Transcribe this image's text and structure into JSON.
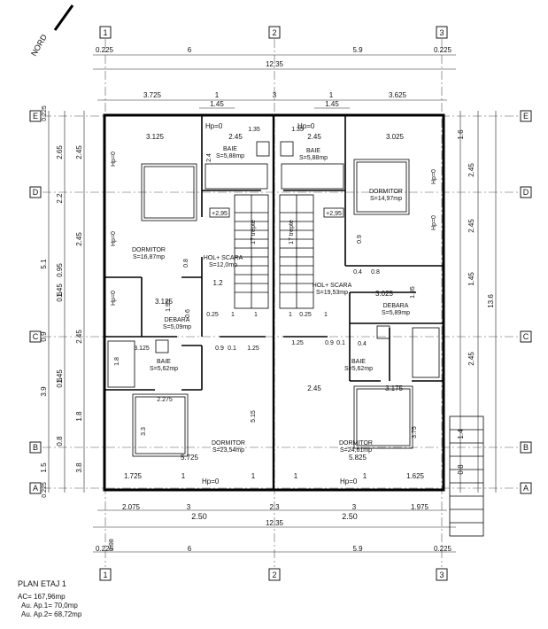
{
  "north_label": "NORD",
  "axes": {
    "columns": [
      "1",
      "2",
      "3"
    ],
    "rows": [
      "E",
      "D",
      "C",
      "B",
      "A"
    ]
  },
  "dimensions": {
    "top_row1": [
      "0.225",
      "6",
      "5.9",
      "0.225"
    ],
    "top_total": "12.35",
    "top_row2": [
      "3.725",
      "1",
      "3",
      "1",
      "3.625"
    ],
    "top_win": [
      "1.45",
      "1.45"
    ],
    "bottom_row1": [
      "2.075",
      "3",
      "2.3",
      "3",
      "1.975"
    ],
    "bottom_row1b": [
      "2.50",
      "2.50"
    ],
    "bottom_total": "12.35",
    "bottom_row2": [
      "0.225",
      "6",
      "5.9",
      "0.225"
    ],
    "bottom_small": "3.98",
    "left_outer": [
      "0.225",
      "5.1",
      "0.9",
      "3.9",
      "1.5",
      "0.225"
    ],
    "left_inner": [
      "2.65",
      "2.45",
      "2.2",
      "2.45",
      "0.95",
      "1.45",
      "0.6",
      "2.45",
      "1.45",
      "0.6",
      "1.8",
      "0.8",
      "3.8"
    ],
    "right_outer": [
      "1.6",
      "2.45",
      "2.45",
      "1.45",
      "13.6",
      "2.45",
      "1.4",
      "0.8"
    ],
    "interior": [
      "3.125",
      "2.45",
      "1.35",
      "1.35",
      "2.45",
      "3.025",
      "2.4",
      "1.2",
      "3.125",
      "1.95",
      "0.25",
      "1",
      "1",
      "0.25",
      "1",
      "1",
      "1.25",
      "1.25",
      "0.9",
      "0.1",
      "0.9",
      "0.1",
      "2.45",
      "3.175",
      "3.025",
      "1.95",
      "0.4",
      "0.8",
      "0.4",
      "0.9",
      "5.725",
      "5.825",
      "1.725",
      "1",
      "1",
      "1",
      "1",
      "1.625",
      "3.3",
      "5.15",
      "3.75",
      "3.125",
      "2.275",
      "0.6",
      "0.8",
      "1.8"
    ]
  },
  "rooms": [
    {
      "name": "BAIE",
      "area": "S=5,88mp"
    },
    {
      "name": "BAIE",
      "area": "S=5,88mp"
    },
    {
      "name": "DORMITOR",
      "area": "S=16,87mp"
    },
    {
      "name": "DORMITOR",
      "area": "S=14,97mp"
    },
    {
      "name": "HOL+ SCARA",
      "area": "S=12,0mp"
    },
    {
      "name": "HOL+ SCARA",
      "area": "S=19,53mp"
    },
    {
      "name": "DEBARA",
      "area": "S=5,09mp"
    },
    {
      "name": "DEBARA",
      "area": "S=5,89mp"
    },
    {
      "name": "BAIE",
      "area": "S=5,62mp"
    },
    {
      "name": "BAIE",
      "area": "S=5,62mp"
    },
    {
      "name": "DORMITOR",
      "area": "S=23,54mp"
    },
    {
      "name": "DORMITOR",
      "area": "S=24,61mp"
    }
  ],
  "levels": [
    "+2,95",
    "+2,95"
  ],
  "stair_labels": [
    "17 trepte",
    "17 trepte"
  ],
  "hp_labels": [
    "Hp=0",
    "Hp=0",
    "Hp=0",
    "Hp=0",
    "Hp=0",
    "Hp=0",
    "Hp=0",
    "Hp=0",
    "Hp=0"
  ],
  "info": {
    "title": "PLAN ETAJ 1",
    "ac": "AC= 167,96mp",
    "au1": "Au. Ap.1= 70,0mp",
    "au2": "Au. Ap.2= 68,72mp"
  }
}
